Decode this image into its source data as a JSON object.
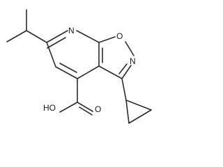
{
  "structure": {
    "atom_labels": {
      "ring_nitrogen": "N",
      "ring_oxygen": "O",
      "isoxazole_nitrogen": "N",
      "hydroxyl": "HO",
      "carbonyl_oxygen": "O"
    }
  }
}
